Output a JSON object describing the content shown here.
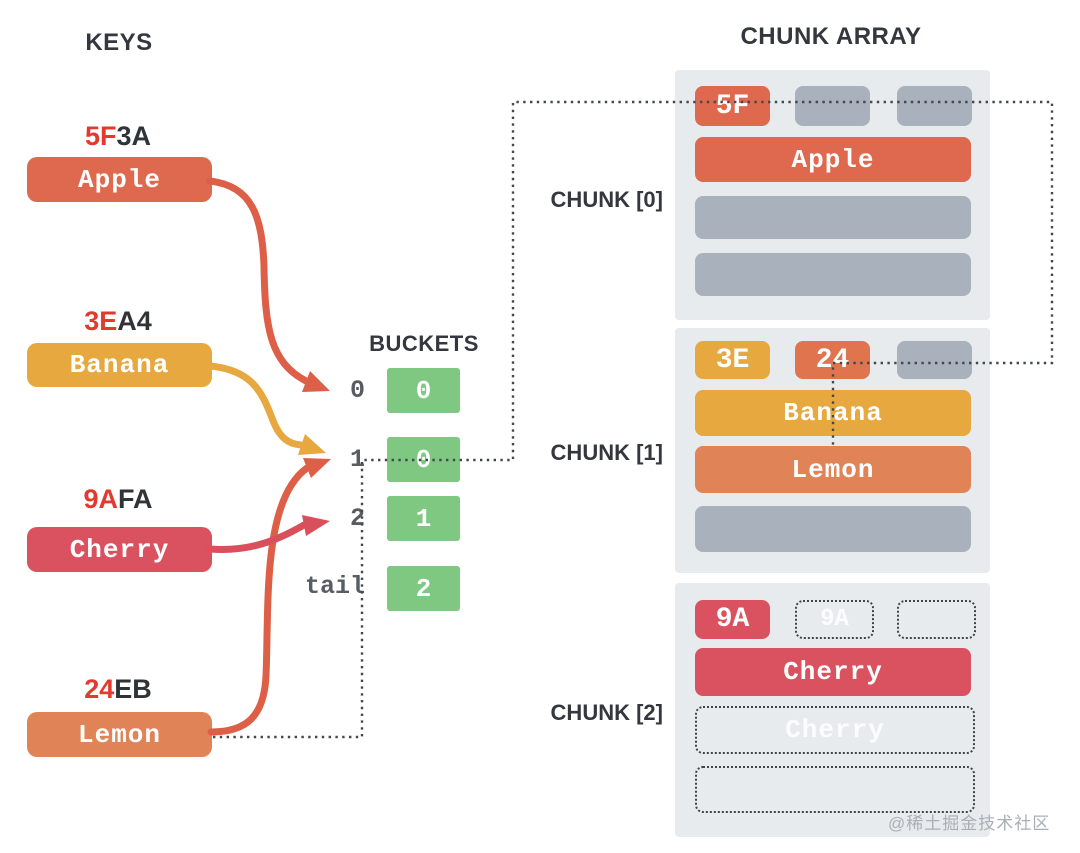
{
  "titles": {
    "keys": "KEYS",
    "buckets": "BUCKETS",
    "chunk_array": "CHUNK ARRAY"
  },
  "colors": {
    "orange_red": "#DE694E",
    "yellow": "#E6A83F",
    "red": "#DA525F",
    "light_orange": "#E08457",
    "tag_24_orange": "#DF744F",
    "green": "#7EC881",
    "gray_cell": "#A9B1BD",
    "panel_bg": "#E8EBEE",
    "hash_red": "#E3392E",
    "text_dark": "#34383E",
    "label_gray": "#585D63",
    "dotted_line": "#43484E",
    "arrow_orange_red": "#DD5F47",
    "arrow_yellow": "#E6A83F",
    "arrow_red": "#D94F5C"
  },
  "keys": [
    {
      "hash_hi": "5F",
      "hash_lo": "3A",
      "name": "Apple",
      "color": "#DE694E"
    },
    {
      "hash_hi": "3E",
      "hash_lo": "A4",
      "name": "Banana",
      "color": "#E6A83F"
    },
    {
      "hash_hi": "9A",
      "hash_lo": "FA",
      "name": "Cherry",
      "color": "#DA525F"
    },
    {
      "hash_hi": "24",
      "hash_lo": "EB",
      "name": "Lemon",
      "color": "#E08457"
    }
  ],
  "buckets": {
    "labels": [
      "0",
      "1",
      "2",
      "tail"
    ],
    "values": [
      "0",
      "0",
      "1",
      "2"
    ],
    "box_color": "#7EC881"
  },
  "chunks": [
    {
      "label": "CHUNK [0]",
      "tags": [
        {
          "text": "5F",
          "color": "#DE694E"
        }
      ],
      "slots": [
        {
          "text": "Apple",
          "color": "#DE694E"
        }
      ]
    },
    {
      "label": "CHUNK [1]",
      "tags": [
        {
          "text": "3E",
          "color": "#E6A83F"
        },
        {
          "text": "24",
          "color": "#DF744F"
        }
      ],
      "slots": [
        {
          "text": "Banana",
          "color": "#E6A83F"
        },
        {
          "text": "Lemon",
          "color": "#E08457"
        }
      ]
    },
    {
      "label": "CHUNK [2]",
      "tags": [
        {
          "text": "9A",
          "color": "#DA525F"
        },
        {
          "text": "9A",
          "ghost": true
        }
      ],
      "slots": [
        {
          "text": "Cherry",
          "color": "#DA525F"
        },
        {
          "text": "Cherry",
          "ghost": true
        }
      ]
    }
  ],
  "connections": {
    "arrows": [
      {
        "from": "Apple",
        "to_bucket": "0",
        "color": "#DD5F47"
      },
      {
        "from": "Banana",
        "to_bucket": "1",
        "color": "#E6A83F"
      },
      {
        "from": "Cherry",
        "to_bucket": "2",
        "color": "#D94F5C"
      },
      {
        "from": "Lemon",
        "to_bucket": "1",
        "color": "#DD5F47"
      }
    ],
    "dotted_chain": "Lemon → bucket[1] → chunk[0] 5F → chunk[1] 24 → Lemon slot"
  },
  "watermark": "@稀土掘金技术社区"
}
